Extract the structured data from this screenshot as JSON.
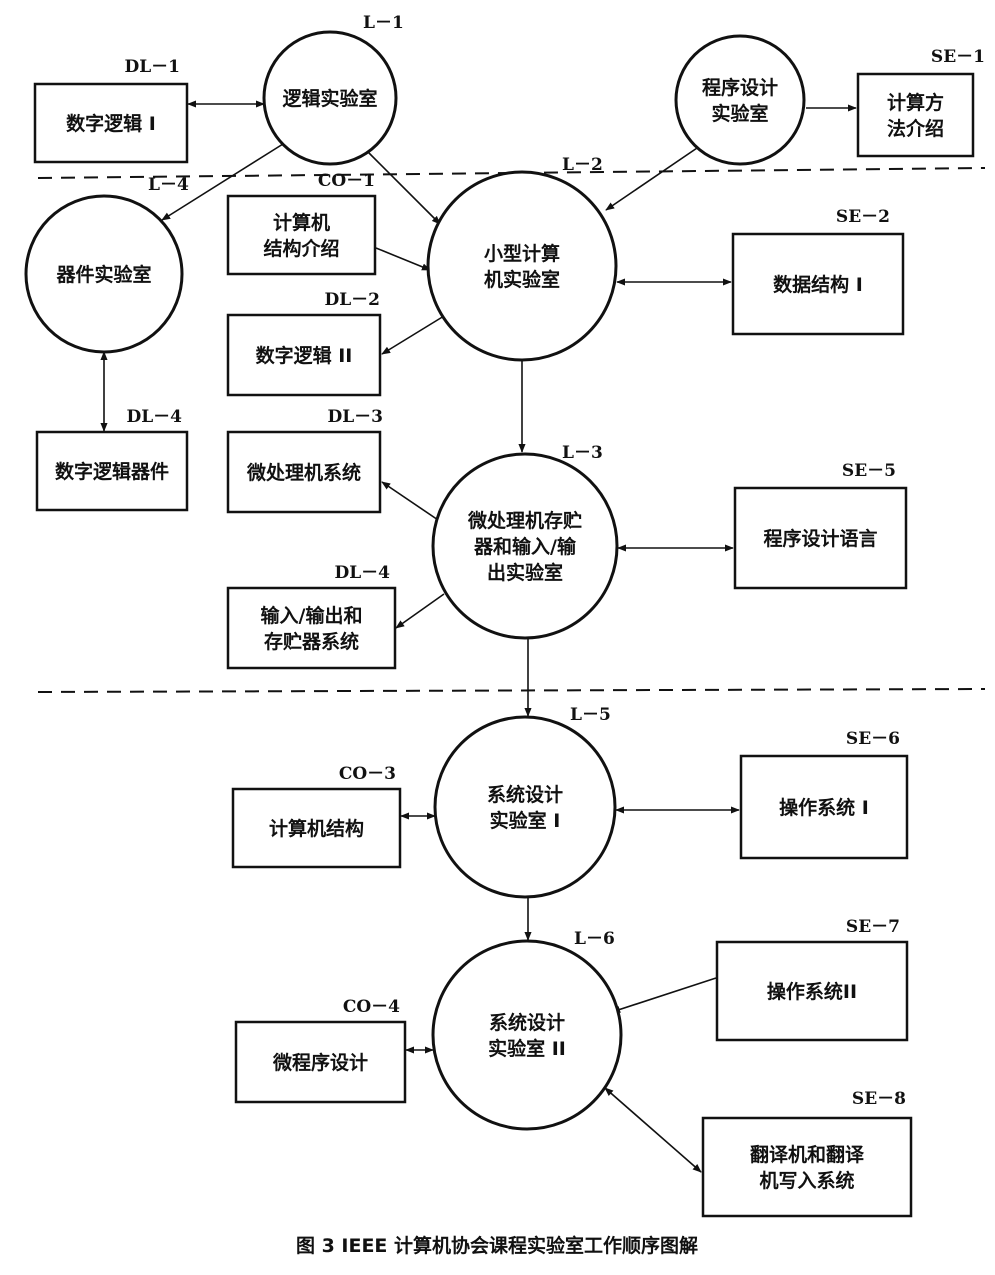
{
  "caption": "图 3   IEEE 计算机协会课程实验室工作顺序图解",
  "nodes": {
    "L1": {
      "id": "L－1",
      "lines": [
        "逻辑实验室"
      ]
    },
    "L2": {
      "id": "L－2",
      "lines": [
        "小型计算",
        "机实验室"
      ]
    },
    "L3": {
      "id": "L－3",
      "lines": [
        "微处理机存贮",
        "器和输入/输",
        "出实验室"
      ]
    },
    "L4": {
      "id": "L－4",
      "lines": [
        "器件实验室"
      ]
    },
    "L5": {
      "id": "L－5",
      "lines": [
        "系统设计",
        "实验室 I"
      ]
    },
    "L6": {
      "id": "L－6",
      "lines": [
        "系统设计",
        "实验室 II"
      ]
    },
    "LPD": {
      "id": "",
      "lines": [
        "程序设计",
        "实验室"
      ]
    },
    "DL1": {
      "id": "DL－1",
      "lines": [
        "数字逻辑 I"
      ]
    },
    "SE1": {
      "id": "SE－1",
      "lines": [
        "计算方",
        "法介绍"
      ]
    },
    "CO1": {
      "id": "CO－1",
      "lines": [
        "计算机",
        "结构介绍"
      ]
    },
    "SE2": {
      "id": "SE－2",
      "lines": [
        "数据结构 I"
      ]
    },
    "DL2": {
      "id": "DL－2",
      "lines": [
        "数字逻辑 II"
      ]
    },
    "DL4a": {
      "id": "DL－4",
      "lines": [
        "数字逻辑器件"
      ]
    },
    "DL3": {
      "id": "DL－3",
      "lines": [
        "微处理机系统"
      ]
    },
    "SE5": {
      "id": "SE－5",
      "lines": [
        "程序设计语言"
      ]
    },
    "DL4b": {
      "id": "DL－4",
      "lines": [
        "输入/输出和",
        "存贮器系统"
      ]
    },
    "CO3": {
      "id": "CO－3",
      "lines": [
        "计算机结构"
      ]
    },
    "SE6": {
      "id": "SE－6",
      "lines": [
        "操作系统 I"
      ]
    },
    "SE7": {
      "id": "SE－7",
      "lines": [
        "操作系统II"
      ]
    },
    "CO4": {
      "id": "CO－4",
      "lines": [
        "微程序设计"
      ]
    },
    "SE8": {
      "id": "SE－8",
      "lines": [
        "翻译机和翻译",
        "机写入系统"
      ]
    }
  },
  "edges": [
    {
      "from": "DL1",
      "to": "L1",
      "dir": "both"
    },
    {
      "from": "LPD",
      "to": "SE1",
      "dir": "forward"
    },
    {
      "from": "L1",
      "to": "L4",
      "dir": "forward"
    },
    {
      "from": "L1",
      "to": "L2",
      "dir": "forward"
    },
    {
      "from": "LPD",
      "to": "L2",
      "dir": "forward"
    },
    {
      "from": "CO1",
      "to": "L2",
      "dir": "forward"
    },
    {
      "from": "L2",
      "to": "SE2",
      "dir": "both"
    },
    {
      "from": "L2",
      "to": "DL2",
      "dir": "forward"
    },
    {
      "from": "L4",
      "to": "DL4a",
      "dir": "both"
    },
    {
      "from": "L2",
      "to": "L3",
      "dir": "forward"
    },
    {
      "from": "DL3",
      "to": "L3",
      "dir": "both"
    },
    {
      "from": "L3",
      "to": "SE5",
      "dir": "both"
    },
    {
      "from": "L3",
      "to": "DL4b",
      "dir": "forward"
    },
    {
      "from": "L3",
      "to": "L5",
      "dir": "forward"
    },
    {
      "from": "CO3",
      "to": "L5",
      "dir": "both"
    },
    {
      "from": "L5",
      "to": "SE6",
      "dir": "both"
    },
    {
      "from": "L5",
      "to": "L6",
      "dir": "forward"
    },
    {
      "from": "SE7",
      "to": "L6",
      "dir": "forward"
    },
    {
      "from": "CO4",
      "to": "L6",
      "dir": "both"
    },
    {
      "from": "L6",
      "to": "SE8",
      "dir": "both"
    }
  ]
}
